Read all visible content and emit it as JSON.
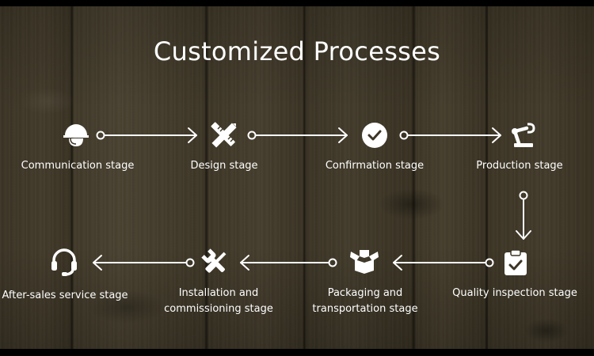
{
  "title": "Customized Processes",
  "colors": {
    "foreground": "#ffffff",
    "wood_dark": "#3c3526",
    "wood_light": "#4a4231"
  },
  "stages": [
    {
      "label": "Communication stage",
      "icon": "hard-hat-icon"
    },
    {
      "label": "Design stage",
      "icon": "pencil-ruler-icon"
    },
    {
      "label": "Confirmation stage",
      "icon": "check-circle-icon"
    },
    {
      "label": "Production stage",
      "icon": "robot-arm-icon"
    },
    {
      "label": "Quality inspection stage",
      "icon": "clipboard-check-icon"
    },
    {
      "label": "Packaging and\ntransportation stage",
      "icon": "open-box-icon"
    },
    {
      "label": "Installation and\ncommissioning stage",
      "icon": "tools-icon"
    },
    {
      "label": "After-sales service stage",
      "icon": "headset-icon"
    }
  ]
}
